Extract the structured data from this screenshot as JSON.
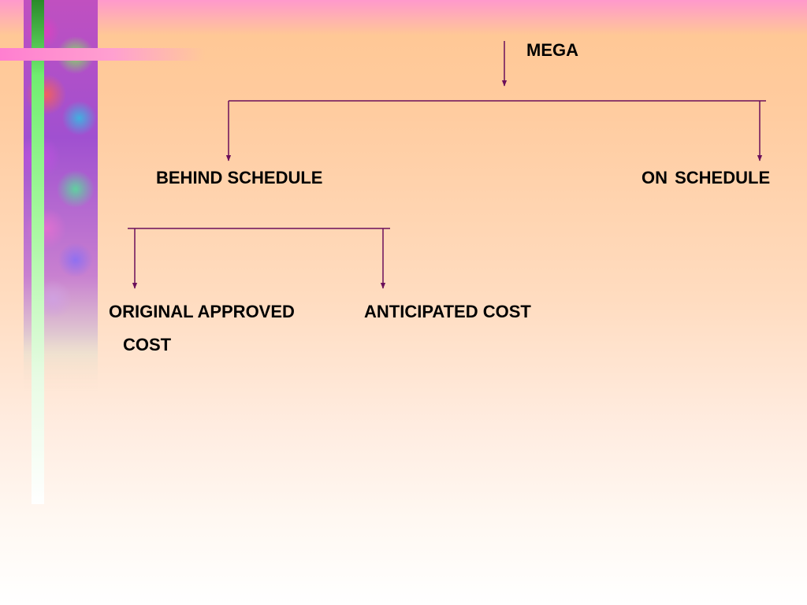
{
  "diagram": {
    "nodes": {
      "mega": "MEGA",
      "behind_schedule": "BEHIND SCHEDULE",
      "on_schedule": "ON  SCHEDULE",
      "original_approved_cost": [
        "ORIGINAL APPROVED",
        "COST"
      ],
      "anticipated_cost": "ANTICIPATED COST"
    },
    "edges": [
      {
        "from": "mega",
        "to": "behind_schedule"
      },
      {
        "from": "mega",
        "to": "on_schedule"
      },
      {
        "from": "behind_schedule",
        "to": "original_approved_cost"
      },
      {
        "from": "behind_schedule",
        "to": "anticipated_cost"
      }
    ]
  },
  "colors": {
    "connector": "#6b0f5a",
    "text": "#000000",
    "accent_pink": "#ff7fd0",
    "accent_green": "#70ee70"
  }
}
